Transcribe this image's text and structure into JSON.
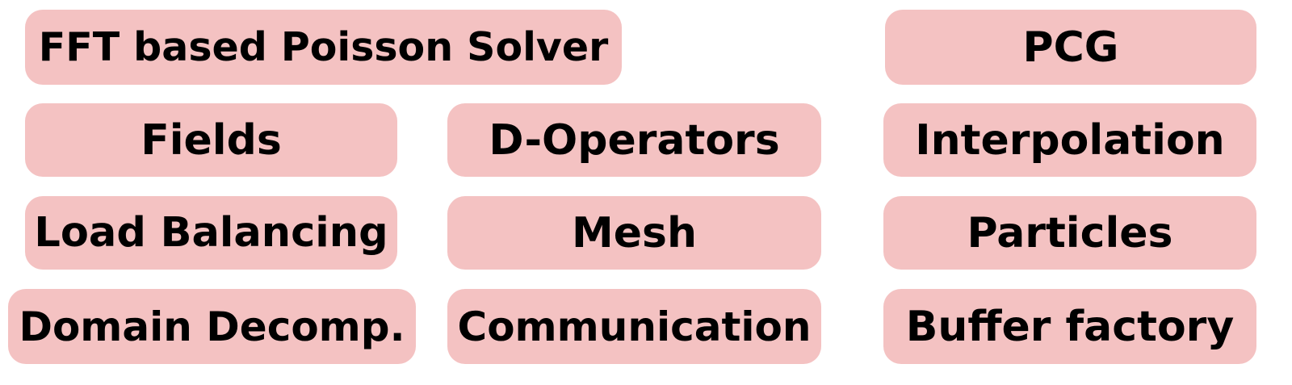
{
  "diagram": {
    "background_color": "#ffffff",
    "box_color": "#f4c2c2",
    "text_color": "#000000",
    "row1": {
      "fft_solver": "FFT based Poisson Solver",
      "pcg": "PCG"
    },
    "row2": {
      "fields": "Fields",
      "d_operators": "D-Operators",
      "interpolation": "Interpolation"
    },
    "row3": {
      "load_balancing": "Load Balancing",
      "mesh": "Mesh",
      "particles": "Particles"
    },
    "row4": {
      "domain_decomp": "Domain Decomp.",
      "communication": "Communication",
      "buffer_factory": "Buffer factory"
    }
  }
}
